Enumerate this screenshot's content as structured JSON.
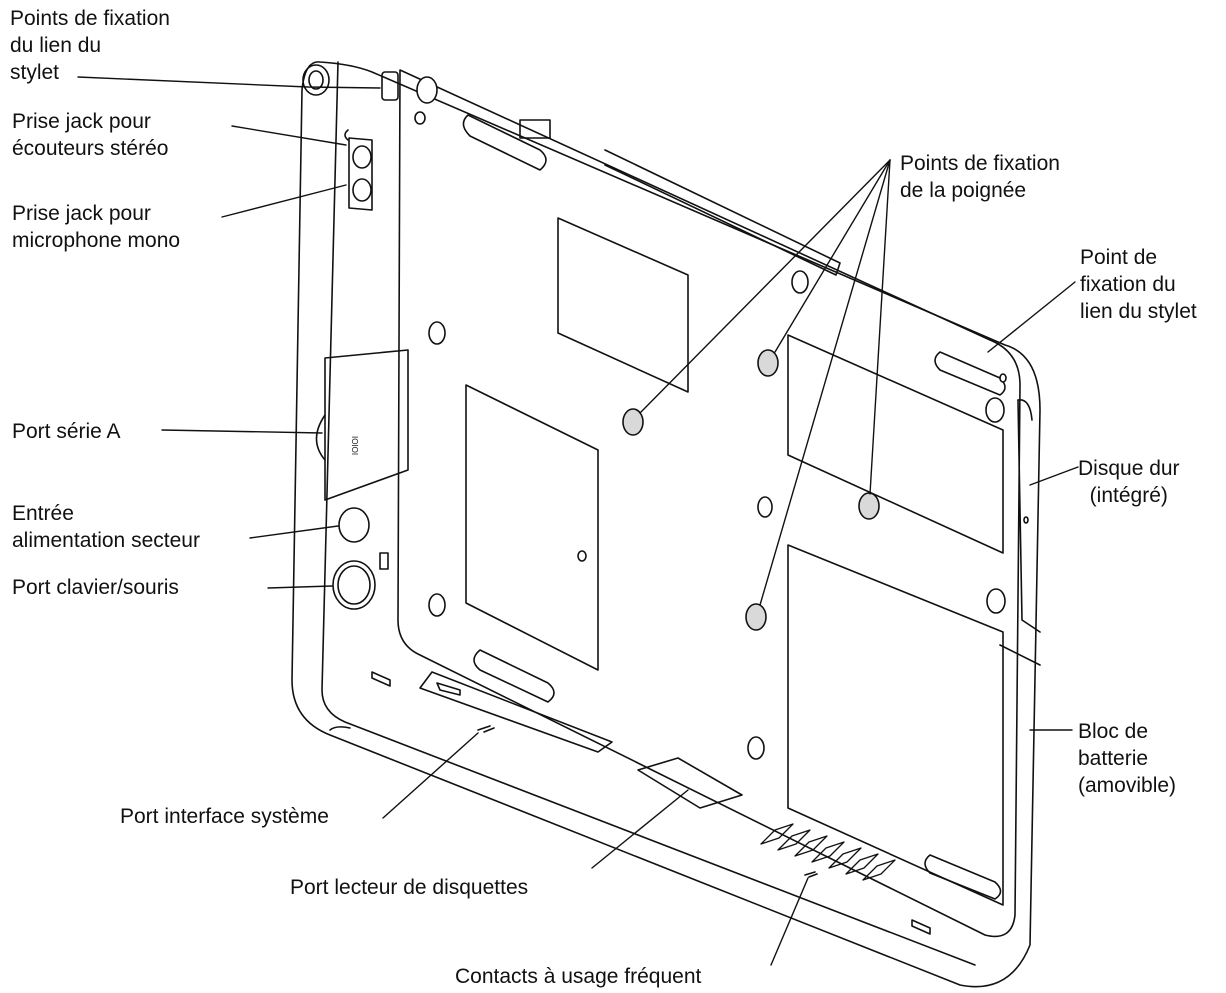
{
  "labels": {
    "stylus_tether_left": [
      "Points de fixation",
      "du lien du",
      "stylet"
    ],
    "headphone_jack": [
      "Prise jack pour",
      "écouteurs stéréo"
    ],
    "mic_jack": [
      "Prise jack pour",
      "microphone mono"
    ],
    "serial_port": [
      "Port série A"
    ],
    "dc_in": [
      "Entrée",
      "alimentation secteur"
    ],
    "kbd_mouse_port": [
      "Port clavier/souris"
    ],
    "system_interface_port": [
      "Port interface système"
    ],
    "floppy_port": [
      "Port lecteur de disquettes"
    ],
    "contacts": [
      "Contacts à usage fréquent"
    ],
    "handle_points": [
      "Points de fixation",
      "de la poignée"
    ],
    "stylus_tether_right": [
      "Point de",
      "fixation du",
      "lien du stylet"
    ],
    "hard_disk": [
      "Disque dur",
      "(intégré)"
    ],
    "battery": [
      "Bloc de",
      "batterie",
      "(amovible)"
    ]
  },
  "device_markings": {
    "serial": "IOIOI"
  },
  "colors": {
    "line": "#111111",
    "foot": "#d9d9d9",
    "background": "#ffffff"
  }
}
